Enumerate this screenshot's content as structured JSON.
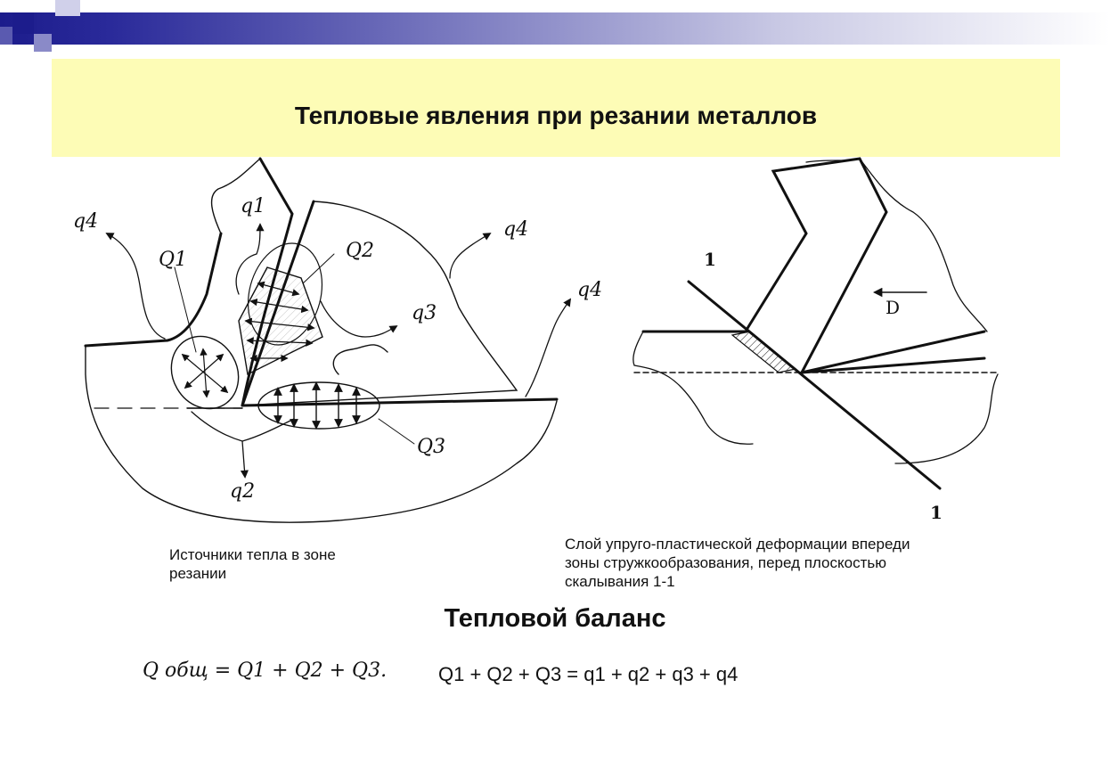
{
  "header": {
    "title": "Тепловые явления при резании металлов"
  },
  "diagram_left": {
    "labels": {
      "q4_left": "q4",
      "q1": "q1",
      "Q1": "Q1",
      "Q2": "Q2",
      "q4_top": "q4",
      "q3": "q3",
      "q4_right": "q4",
      "Q3": "Q3",
      "q2": "q2"
    },
    "caption": "Источники тепла в зоне\nрезании"
  },
  "diagram_right": {
    "labels": {
      "shear_top": "1",
      "shear_bottom": "1",
      "d": "D"
    },
    "caption": "Слой упруго-пластической деформации впереди\nзоны стружкообразования, перед плоскостью\nскалывания 1-1"
  },
  "balance": {
    "heading": "Тепловой баланс",
    "formula_left": "Q общ = Q1 + Q2 + Q3.",
    "formula_right": "Q1 + Q2 + Q3 = q1 + q2 + q3 + q4"
  },
  "colors": {
    "title_band": "#fdfcb6",
    "deco_dark": "#1c1c8c",
    "deco_light": "#c8c8e4"
  }
}
